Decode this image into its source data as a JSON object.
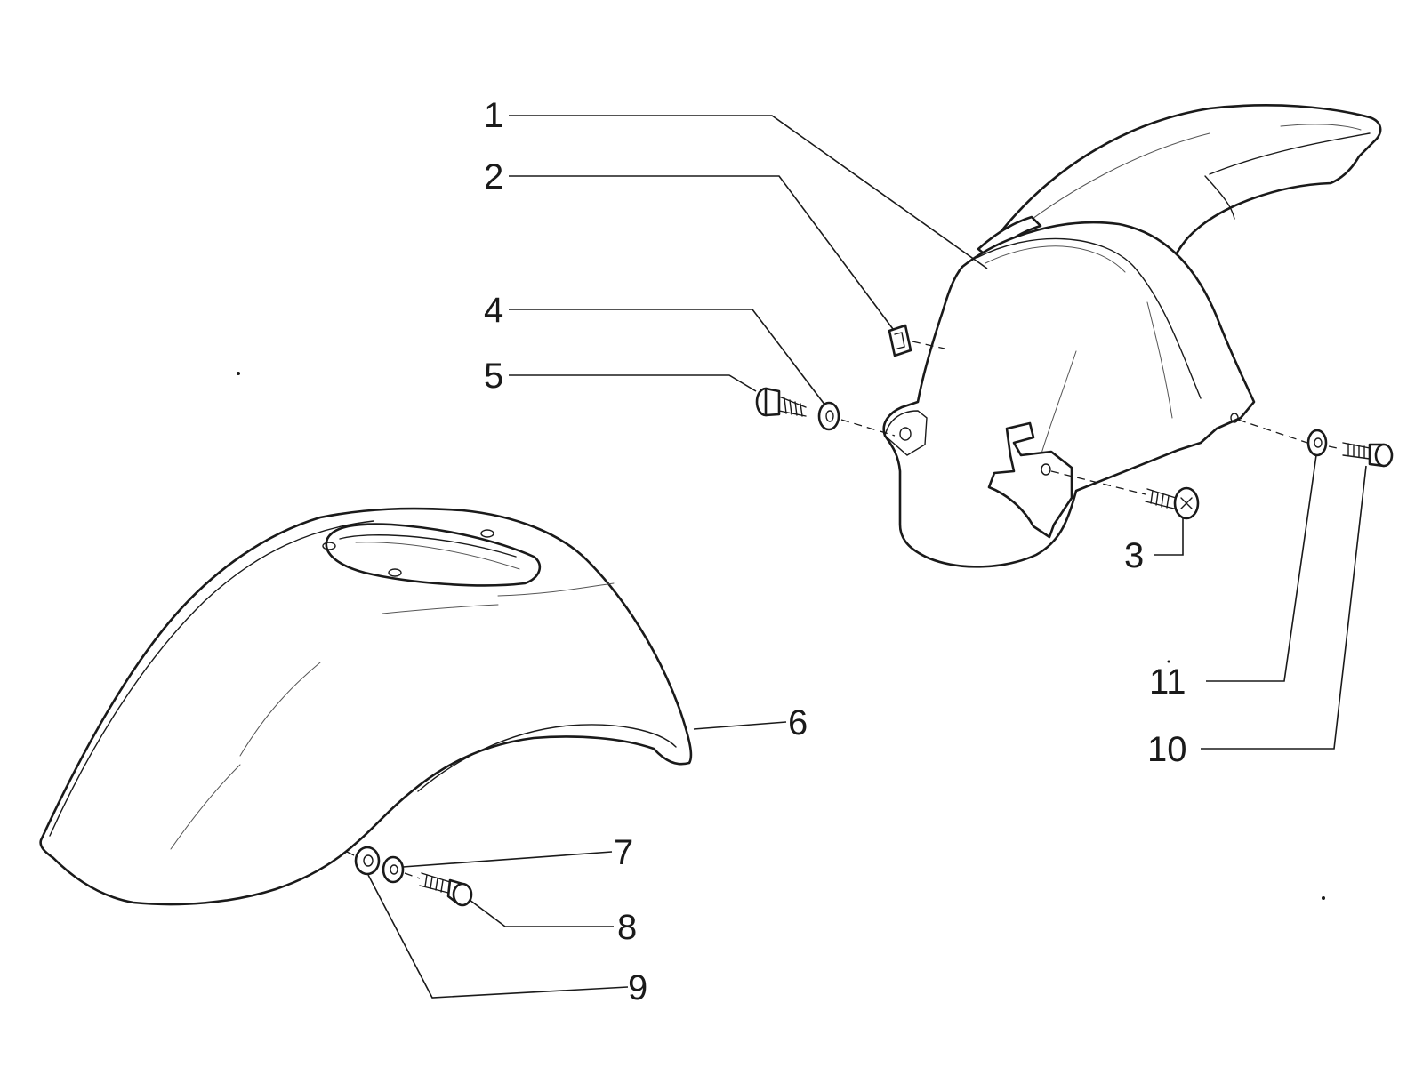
{
  "callouts": {
    "c1": "1",
    "c2": "2",
    "c3": "3",
    "c4": "4",
    "c5": "5",
    "c6": "6",
    "c7": "7",
    "c8": "8",
    "c9": "9",
    "c10": "10",
    "c11": "11"
  },
  "colors": {
    "line": "#1a1a1a",
    "background": "#ffffff"
  }
}
